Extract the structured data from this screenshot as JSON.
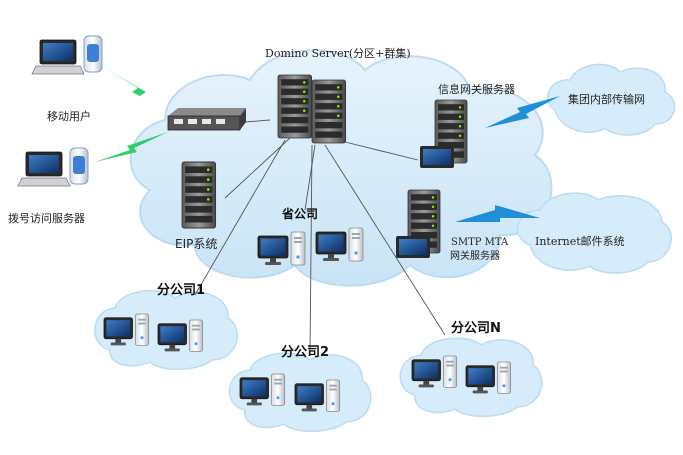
{
  "labels": {
    "domino_server": "Domino Server(分区+群集)",
    "mobile_users": "移动用户",
    "dialup_server": "拨号访问服务器",
    "eip_system": "EIP系统",
    "province_company": "省公司",
    "info_gateway": "信息网关服务器",
    "group_network": "集团内部传输网",
    "smtp_line1": "SMTP MTA",
    "smtp_line2": "网关服务器",
    "internet_mail": "Internet邮件系统",
    "branch_1": "分公司1",
    "branch_2": "分公司2",
    "branch_n": "分公司N"
  },
  "colors": {
    "cloud_fill": "#d6ecfa",
    "cloud_stroke": "#bcdcf2",
    "lightning": "#2fd06a",
    "lightning_blue": "#1f8fd8",
    "link_line": "#555555"
  },
  "icons": {
    "server_rack": "server-rack-icon",
    "network_switch": "network-switch-icon",
    "workstation": "workstation-icon",
    "laptop_user": "laptop-user-icon"
  }
}
